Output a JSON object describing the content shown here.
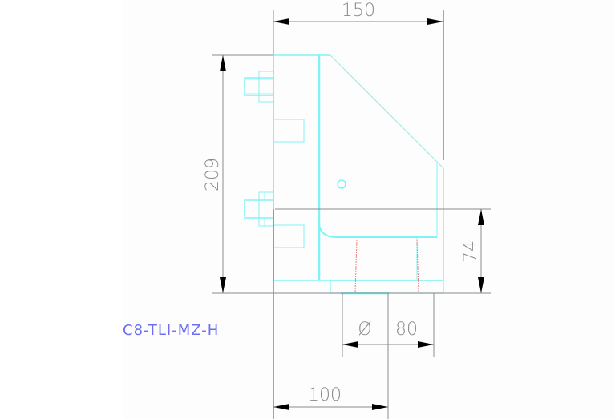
{
  "drawing": {
    "part_label": "C8-TLI-MZ-H",
    "colors": {
      "outline": "#7ff3f5",
      "dimension": "#8a8a8a",
      "dimension_arrow": "#000000",
      "hidden_line": "#f08080",
      "label": "#6e6ef0",
      "background": "#fcfdfc"
    },
    "dimensions": {
      "overall_width": "150",
      "overall_height": "209",
      "base_height": "74",
      "diameter_symbol": "Ø",
      "diameter": "80",
      "center_offset": "100"
    }
  }
}
